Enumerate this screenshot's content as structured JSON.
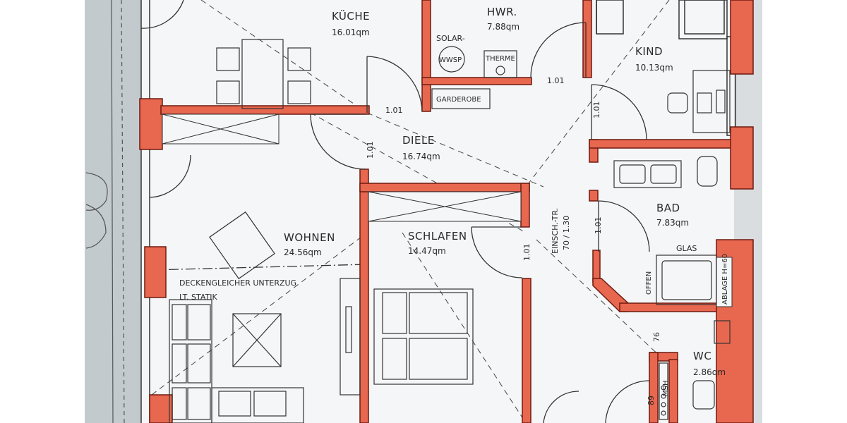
{
  "rooms": {
    "kueche": {
      "name": "KÜCHE",
      "area": "16.01qm"
    },
    "hwr": {
      "name": "HWR.",
      "area": "7.88qm"
    },
    "kind": {
      "name": "KIND",
      "area": "10.13qm"
    },
    "diele": {
      "name": "DIELE",
      "area": "16.74qm"
    },
    "wohnen": {
      "name": "WOHNEN",
      "area": "24.56qm"
    },
    "schlafen": {
      "name": "SCHLAFEN",
      "area": "14.47qm"
    },
    "bad": {
      "name": "BAD",
      "area": "7.83qm"
    },
    "wc": {
      "name": "WC",
      "area": "2.86qm"
    }
  },
  "labels": {
    "solar": "SOLAR-",
    "wwsp": "WWSP",
    "therme": "THERME",
    "garderobe": "GARDEROBE",
    "glas": "GLAS",
    "offen": "OFFEN",
    "ablage": "ABLAGE H=60",
    "msh": "MSH",
    "unterzug_line1": "DECKENGLEICHER UNTERZUG",
    "unterzug_line2": "LT. STATIK",
    "einsch_line1": "EINSCH.-TR.",
    "einsch_line2": "70 / 1.30",
    "stair_76": "76",
    "stair_89": "89"
  },
  "door_widths": {
    "kueche": "1.01",
    "hwr": "1.01",
    "kind": "1.01",
    "wohnen": "1.01",
    "schlafen": "1.01",
    "bad": "1.01"
  },
  "colors": {
    "wall": "#e8674f",
    "wall_outline": "#6e1a10",
    "paper": "#f4f6f7",
    "left_surface": "#c2c9cc",
    "ink": "#2a2a2a"
  }
}
